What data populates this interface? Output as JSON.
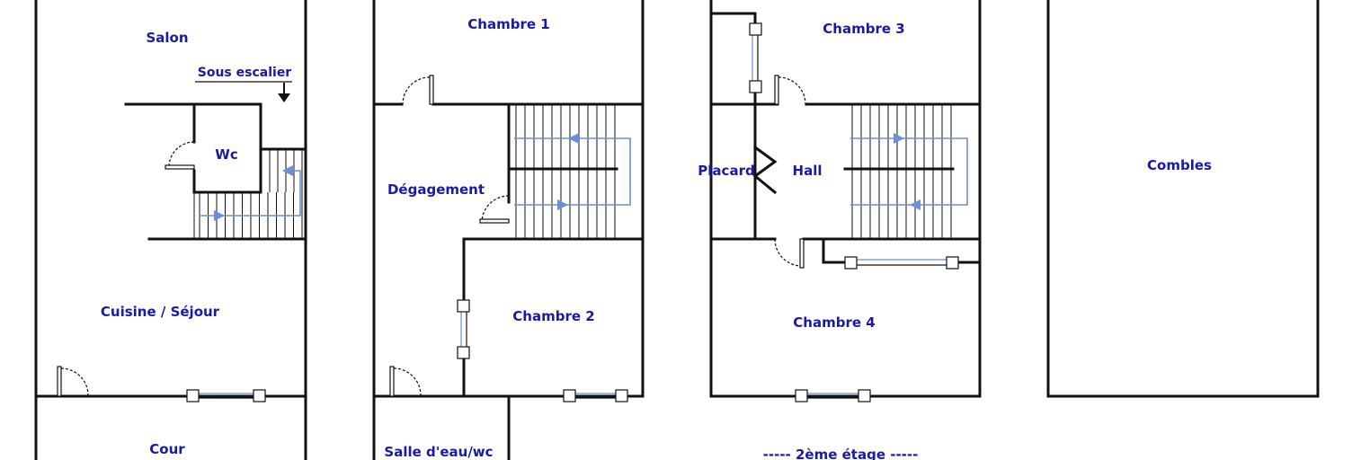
{
  "rooms": {
    "salon": "Salon",
    "sous_escalier": "Sous escalier",
    "wc": "Wc",
    "cuisine": "Cuisine / Séjour",
    "cour": "Cour",
    "chambre1": "Chambre 1",
    "degagement": "Dégagement",
    "chambre2": "Chambre 2",
    "salle_eau": "Salle d'eau/wc",
    "chambre3": "Chambre 3",
    "placard": "Placard",
    "hall": "Hall",
    "chambre4": "Chambre 4",
    "combles": "Combles"
  },
  "floors": {
    "second_floor": "----- 2ème étage -----"
  },
  "colors": {
    "label": "#1a1aa6",
    "walls": "#111111",
    "stair_flow": "#6b8fd4"
  }
}
